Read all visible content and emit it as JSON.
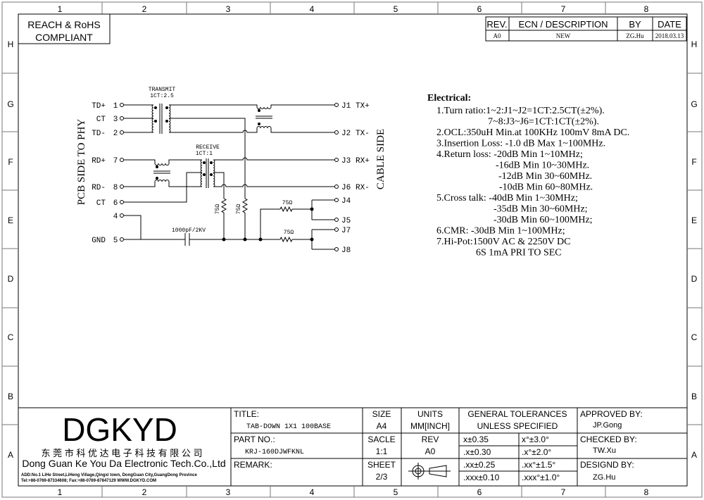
{
  "frame": {
    "columns": [
      "1",
      "2",
      "3",
      "4",
      "5",
      "6",
      "7",
      "8"
    ],
    "rows": [
      "H",
      "G",
      "F",
      "E",
      "D",
      "C",
      "B",
      "A"
    ]
  },
  "compliance": {
    "line1": "REACH & RoHS",
    "line2": "COMPLIANT"
  },
  "revision_block": {
    "headers": {
      "rev": "REV.",
      "ecn": "ECN / DESCRIPTION",
      "by": "BY",
      "date": "DATE"
    },
    "row": {
      "rev": "A0",
      "ecn": "NEW",
      "by": "ZG.Hu",
      "date": "2018.03.13"
    }
  },
  "schematic": {
    "left_side_label": "PCB SIDE TO PHY",
    "right_side_label": "CABLE SIDE",
    "transmit_label": "TRANSMIT",
    "transmit_ratio": "1CT:2.5",
    "receive_label": "RECEIVE",
    "receive_ratio": "1CT:1",
    "capacitor_label": "1000pF/2KV",
    "resistor_label": "75Ω",
    "pins_left": [
      {
        "name": "TD+",
        "num": "1"
      },
      {
        "name": "CT",
        "num": "3"
      },
      {
        "name": "TD-",
        "num": "2"
      },
      {
        "name": "RD+",
        "num": "7"
      },
      {
        "name": "RD-",
        "num": "8"
      },
      {
        "name": "CT",
        "num": "6"
      },
      {
        "name": "",
        "num": "4"
      },
      {
        "name": "GND",
        "num": "5"
      }
    ],
    "pins_right": [
      {
        "num": "J1",
        "name": "TX+"
      },
      {
        "num": "J2",
        "name": "TX-"
      },
      {
        "num": "J3",
        "name": "RX+"
      },
      {
        "num": "J6",
        "name": "RX-"
      },
      {
        "num": "J4",
        "name": ""
      },
      {
        "num": "J5",
        "name": ""
      },
      {
        "num": "J7",
        "name": ""
      },
      {
        "num": "J8",
        "name": ""
      }
    ]
  },
  "electrical": {
    "title": "Electrical:",
    "lines": [
      "1.Turn ratio:1~2:J1~J2=1CT:2.5CT(±2%).",
      "7~8:J3~J6=1CT:1CT(±2%).",
      "2.OCL:350uH Min.at 100KHz 100mV 8mA DC.",
      "3.Insertion Loss: -1.0 dB Max 1~100MHz.",
      "4.Return loss: -20dB Min 1~10MHz;",
      "-16dB Min 10~30MHz.",
      "-12dB Min 30~60MHz.",
      "-10dB Min 60~80MHz.",
      "5.Cross talk: -40dB Min 1~30MHz;",
      "-35dB Min 30~60MHz;",
      "-30dB Min 60~100MHz;",
      "6.CMR: -30dB Min 1~100MHz;",
      "7.Hi-Pot:1500V AC & 2250V DC",
      "6S 1mA PRI TO SEC"
    ]
  },
  "title_block": {
    "logo": "DGKYD",
    "company_cn": "东 莞 市 科 优 达 电 子 科 技 有 限 公 司",
    "company_en": "Dong Guan Ke You Da Electronic Tech.Co.,Ltd",
    "address": "ADD:No.1 LiHe Street,LiHeng Village,Qingxi town, DongGuan City,GuangDong Province",
    "contact": "Tel:+86-0769-87334608; Fax:+86-0769-87847129  WWW.DGKYD.COM",
    "title_label": "TITLE:",
    "title_value": "TAB-DOWN 1X1 100BASE",
    "part_label": "PART NO.:",
    "part_value": "KRJ-160DJWFKNL",
    "remark_label": "REMARK:",
    "size_label": "SIZE",
    "size_value": "A4",
    "units_label": "UNITS",
    "units_value": "MM[INCH]",
    "scale_label": "SACLE",
    "scale_value": "1:1",
    "rev_label": "REV",
    "rev_value": "A0",
    "sheet_label": "SHEET",
    "sheet_value": "2/3",
    "tol_title1": "GENERAL TOLERANCES",
    "tol_title2": "UNLESS SPECIFIED",
    "tolerances": [
      [
        "x±0.35",
        "x°±3.0°"
      ],
      [
        ".x±0.30",
        ".x°±2.0°"
      ],
      [
        ".xx±0.25",
        ".xx°±1.5°"
      ],
      [
        ".xxx±0.10",
        ".xxx°±1.0°"
      ]
    ],
    "approved_label": "APPROVED BY:",
    "approved_value": "JP.Gong",
    "checked_label": "CHECKED BY:",
    "checked_value": "TW.Xu",
    "designed_label": "DESIGND BY:",
    "designed_value": "ZG.Hu"
  }
}
